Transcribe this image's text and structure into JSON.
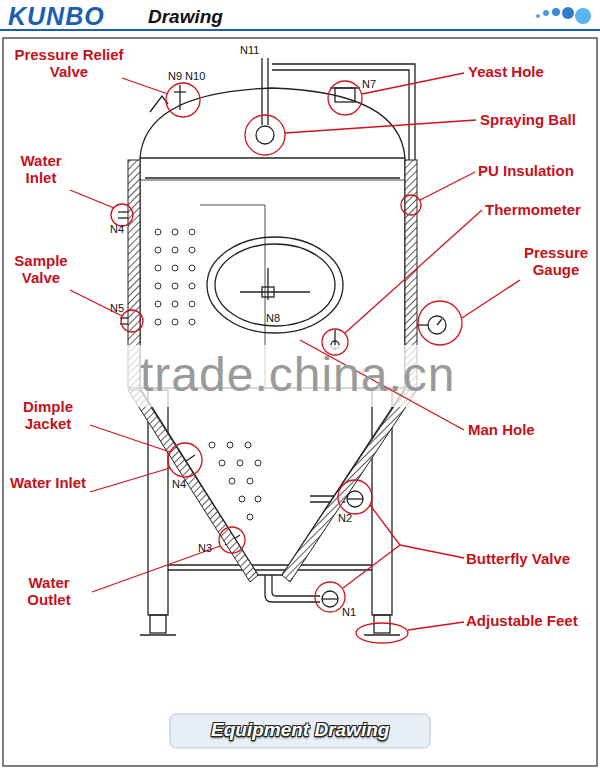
{
  "diagram": {
    "title": "Drawing",
    "caption": "Equipment Drawing",
    "labels": [
      "KUNBO",
      "Pressure Relief Valve",
      "Water Inlet",
      "Sample Valve",
      "Dimple Jacket",
      "Water Inlet",
      "Water Outlet",
      "Yeast Hole",
      "Spraying Ball",
      "PU Insulation",
      "Thermometer",
      "Pressure Gauge",
      "Man Hole",
      "Butterfly Valve",
      "Adjustable Feet",
      "N9 N10",
      "N11",
      "N7",
      "N4",
      "N5",
      "N8",
      "N4",
      "N3",
      "N2",
      "N1",
      "trade.china.cn"
    ]
  }
}
